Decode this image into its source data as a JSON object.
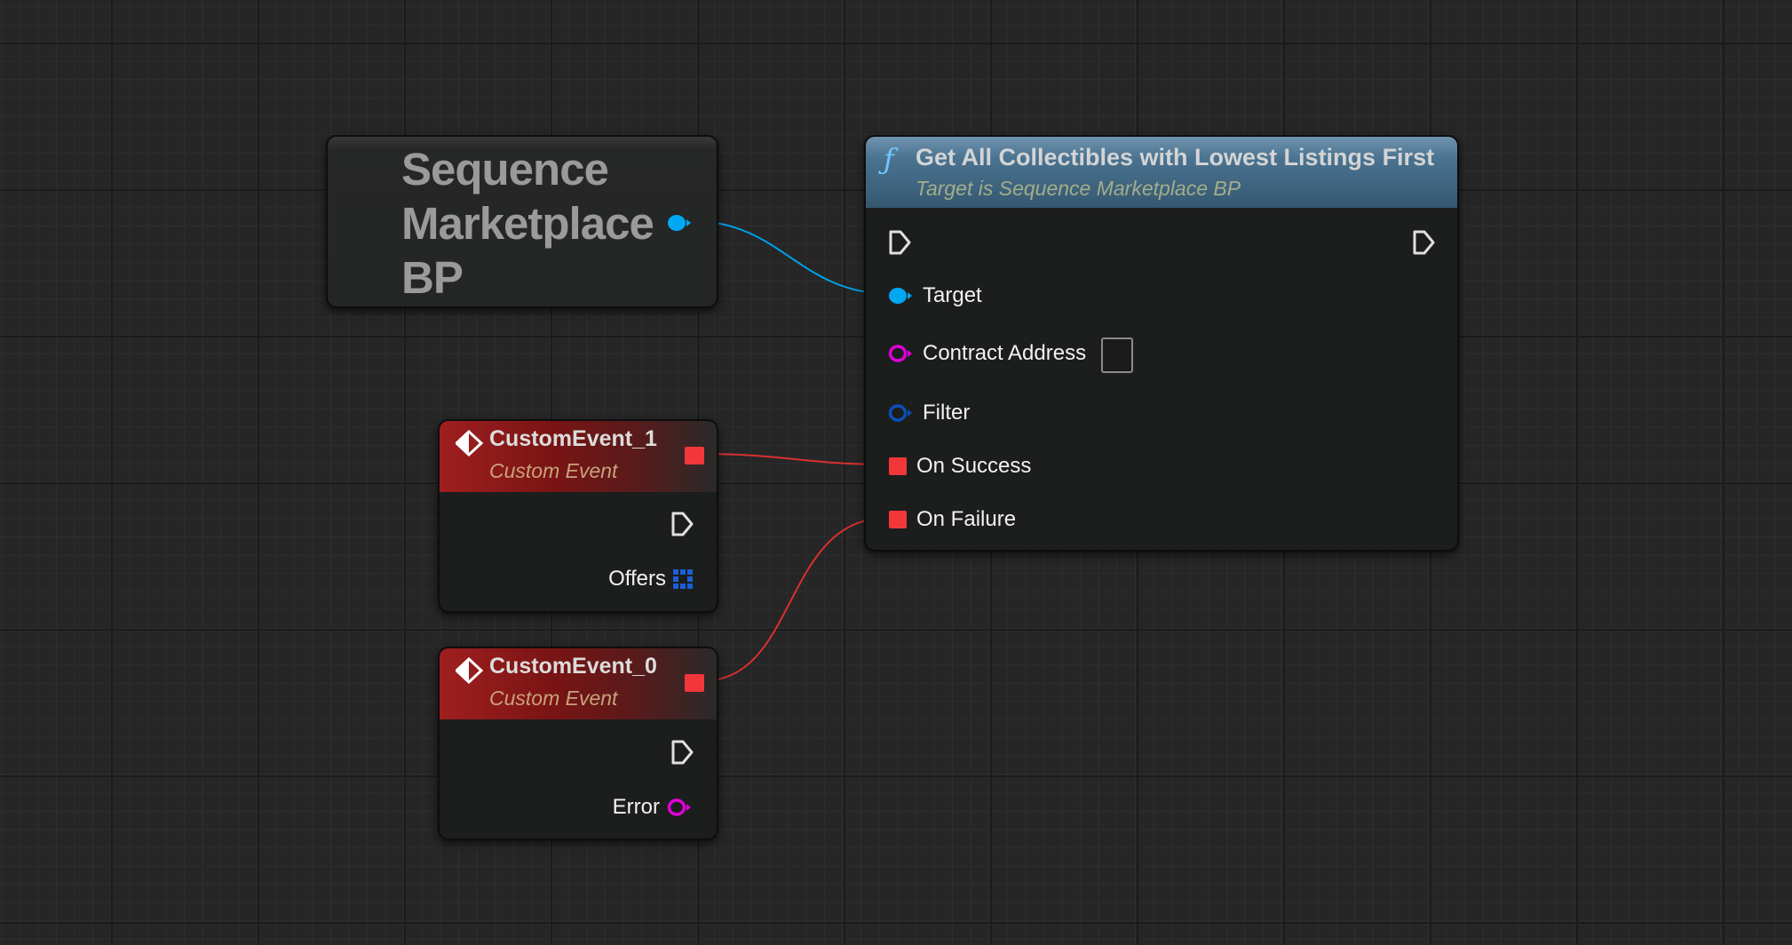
{
  "reference_node": {
    "title_lines": [
      "Sequence",
      "Marketplace",
      "BP"
    ]
  },
  "function_node": {
    "title": "Get All Collectibles with Lowest Listings First",
    "subtitle": "Target is Sequence Marketplace BP",
    "icon": "function-icon",
    "pins": {
      "target": "Target",
      "contract_address": "Contract Address",
      "contract_address_value": "",
      "filter": "Filter",
      "on_success": "On Success",
      "on_failure": "On Failure"
    }
  },
  "event_nodes": [
    {
      "title": "CustomEvent_1",
      "subtitle": "Custom Event",
      "output_label": "Offers"
    },
    {
      "title": "CustomEvent_0",
      "subtitle": "Custom Event",
      "output_label": "Error"
    }
  ],
  "colors": {
    "object_pin": "#00a8f4",
    "string_pin": "#e000d8",
    "struct_pin": "#0a4fb8",
    "delegate_pin": "#f2373a",
    "function_header": "#4a7391",
    "event_header": "#8c1a1a"
  }
}
